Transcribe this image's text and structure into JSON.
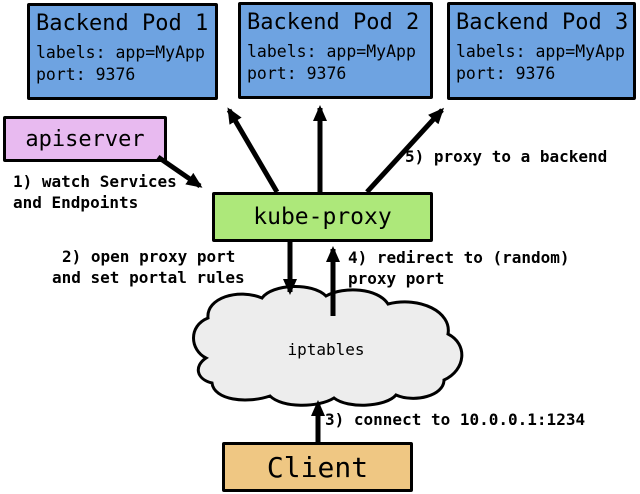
{
  "diagram": {
    "pods": [
      {
        "title": "Backend Pod 1",
        "labels": "labels: app=MyApp",
        "port": "port: 9376"
      },
      {
        "title": "Backend Pod 2",
        "labels": "labels: app=MyApp",
        "port": "port: 9376"
      },
      {
        "title": "Backend Pod 3",
        "labels": "labels: app=MyApp",
        "port": "port: 9376"
      }
    ],
    "apiserver_label": "apiserver",
    "kube_proxy_label": "kube-proxy",
    "iptables_label": "iptables",
    "client_label": "Client",
    "annotations": {
      "step1": "1) watch Services\nand Endpoints",
      "step2": "2) open proxy port\nand set portal rules",
      "step3": "3) connect to 10.0.0.1:1234",
      "step4": "4) redirect to (random)\nproxy port",
      "step5": "5) proxy to a backend"
    },
    "colors": {
      "pod_fill": "#6EA3E1",
      "apiserver_fill": "#E8BAF0",
      "kube_proxy_fill": "#ADE87A",
      "client_fill": "#EFC783",
      "cloud_fill": "#EDEDED",
      "border": "#000000",
      "background": "#FFFFFF"
    }
  }
}
